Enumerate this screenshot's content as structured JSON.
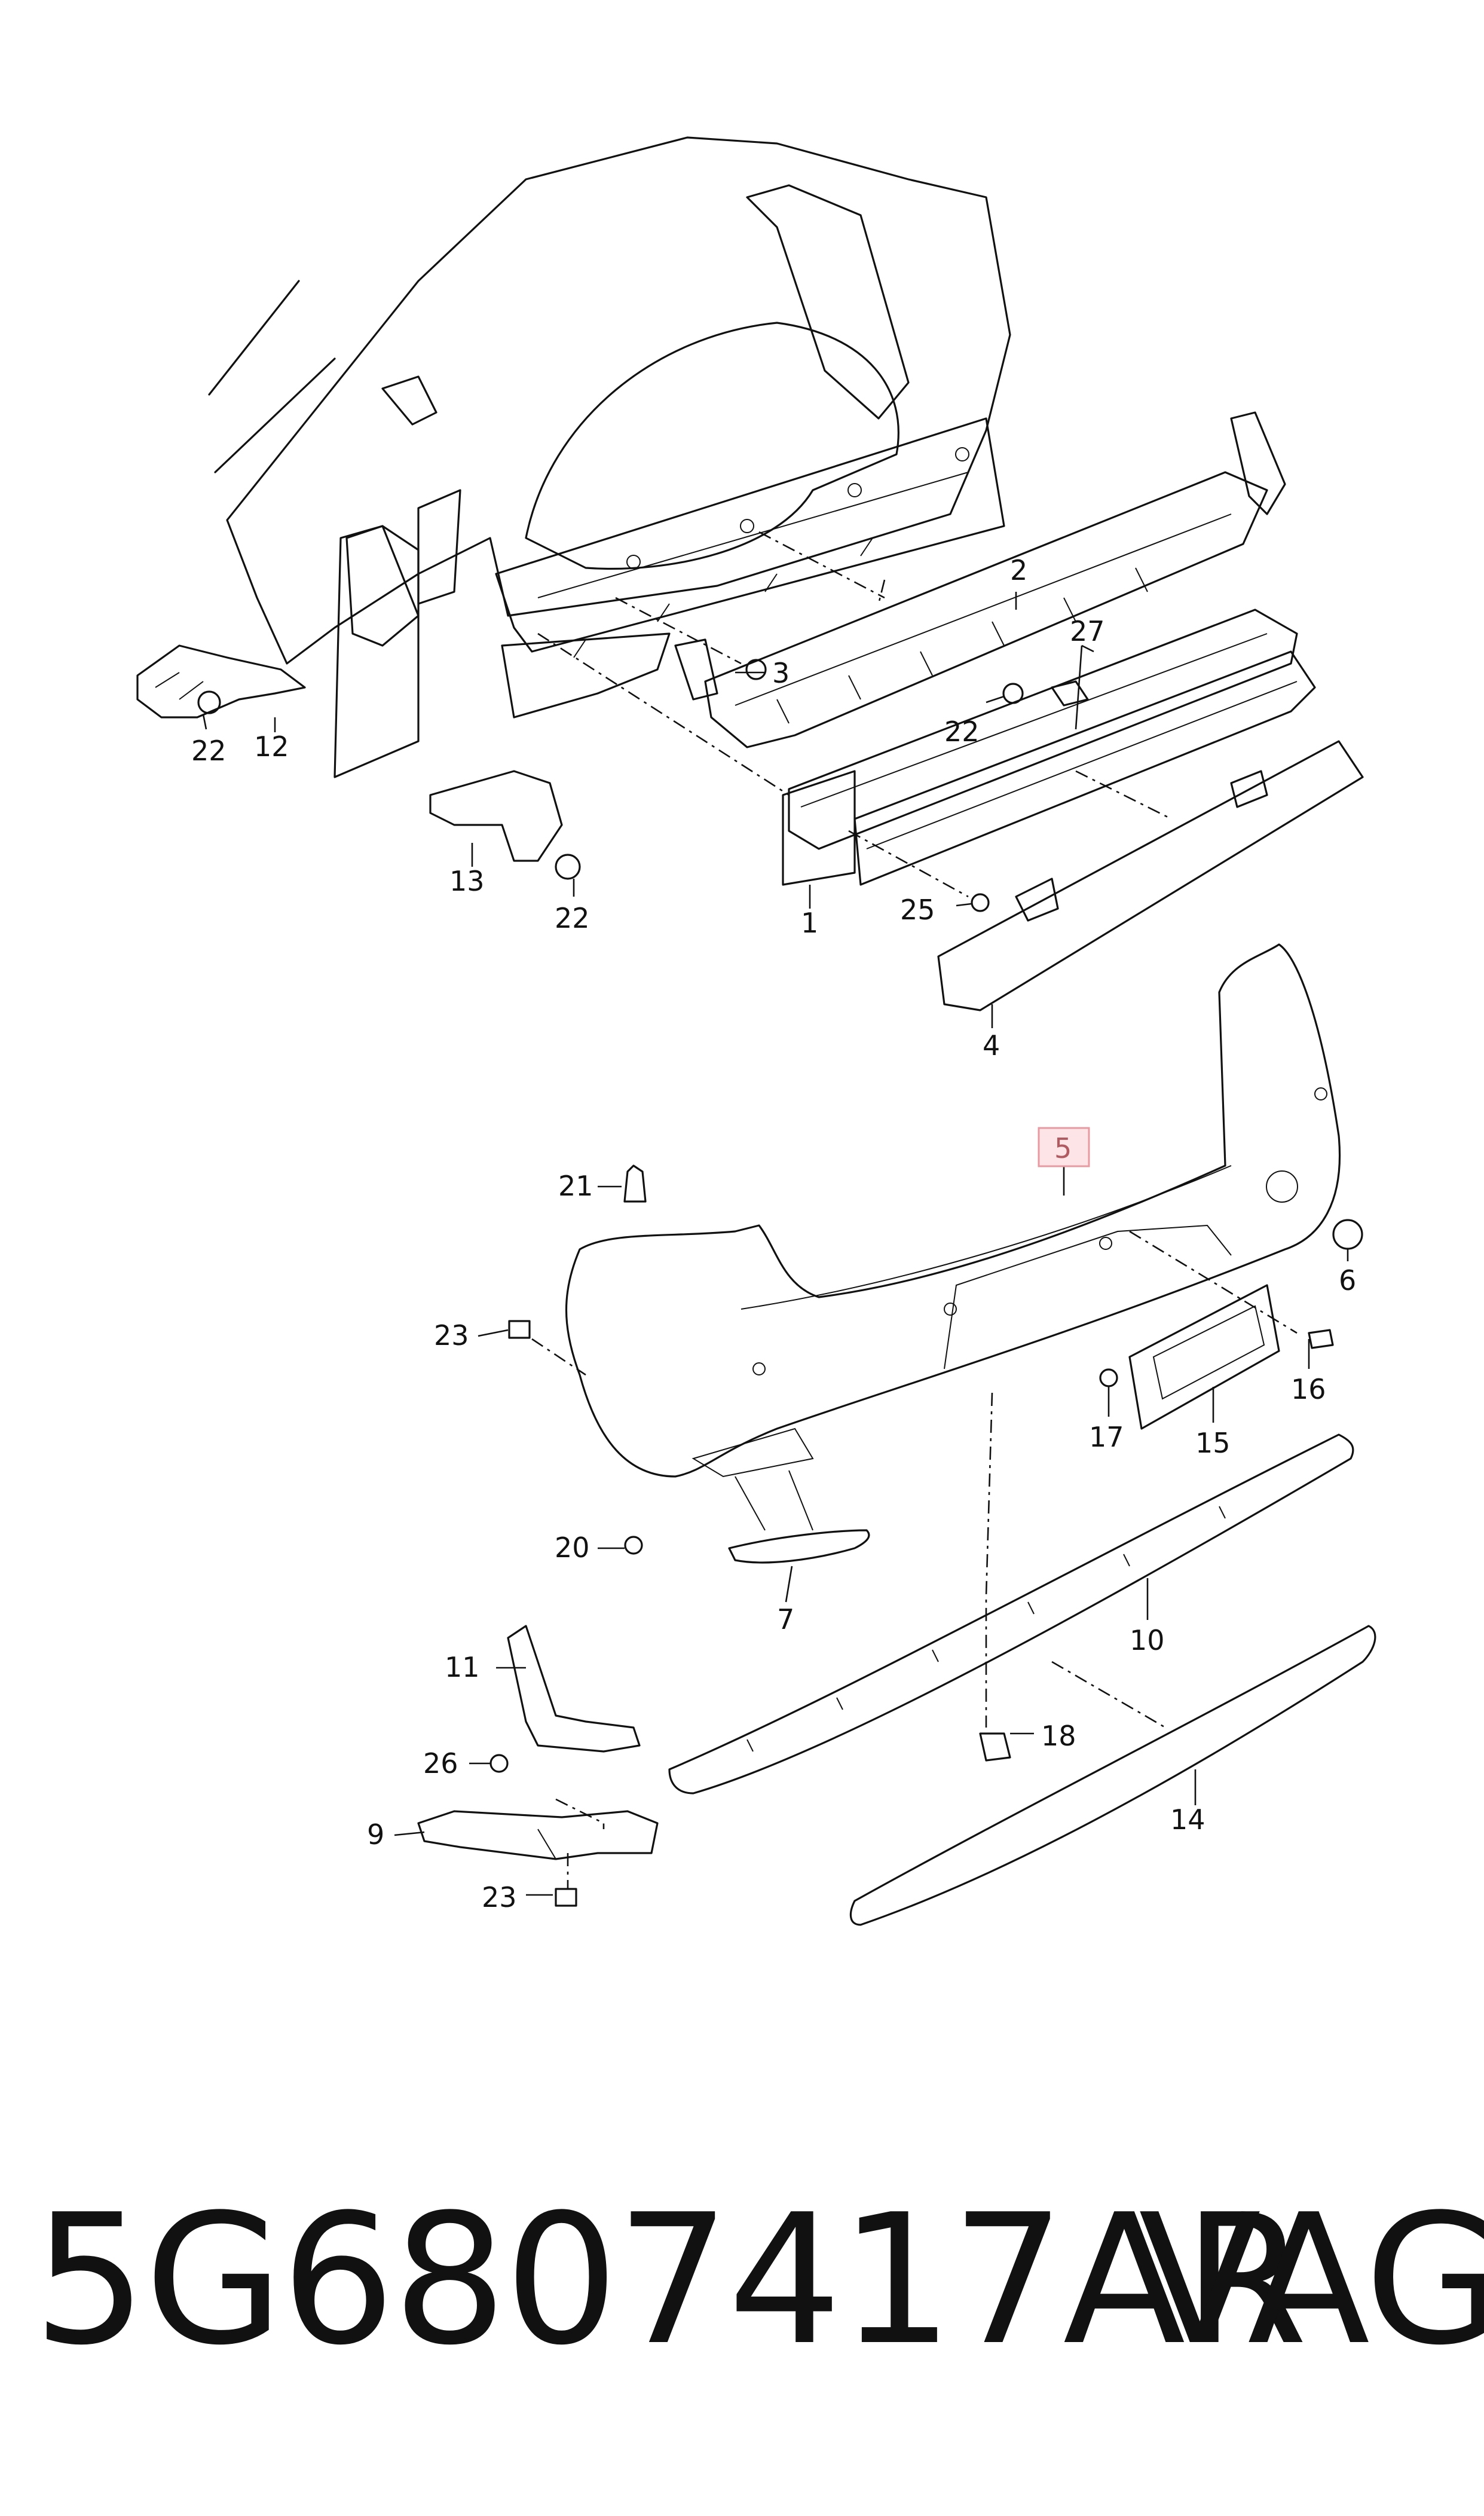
{
  "footer": {
    "part_number": "5G6807417AR",
    "brand": "VAG"
  },
  "callouts": [
    {
      "id": "c1",
      "text": "1"
    },
    {
      "id": "c2",
      "text": "2"
    },
    {
      "id": "c3",
      "text": "3"
    },
    {
      "id": "c4",
      "text": "4"
    },
    {
      "id": "c5",
      "text": "5"
    },
    {
      "id": "c6",
      "text": "6"
    },
    {
      "id": "c7",
      "text": "7"
    },
    {
      "id": "c9",
      "text": "9"
    },
    {
      "id": "c10",
      "text": "10"
    },
    {
      "id": "c11",
      "text": "11"
    },
    {
      "id": "c12",
      "text": "12"
    },
    {
      "id": "c13",
      "text": "13"
    },
    {
      "id": "c14",
      "text": "14"
    },
    {
      "id": "c15",
      "text": "15"
    },
    {
      "id": "c16",
      "text": "16"
    },
    {
      "id": "c17",
      "text": "17"
    },
    {
      "id": "c18",
      "text": "18"
    },
    {
      "id": "c20",
      "text": "20"
    },
    {
      "id": "c21",
      "text": "21"
    },
    {
      "id": "c22a",
      "text": "22"
    },
    {
      "id": "c22b",
      "text": "22"
    },
    {
      "id": "c22c",
      "text": "22"
    },
    {
      "id": "c23a",
      "text": "23"
    },
    {
      "id": "c23b",
      "text": "23"
    },
    {
      "id": "c25",
      "text": "25"
    },
    {
      "id": "c26",
      "text": "26"
    },
    {
      "id": "c27",
      "text": "27"
    }
  ],
  "highlighted_callout": "5"
}
